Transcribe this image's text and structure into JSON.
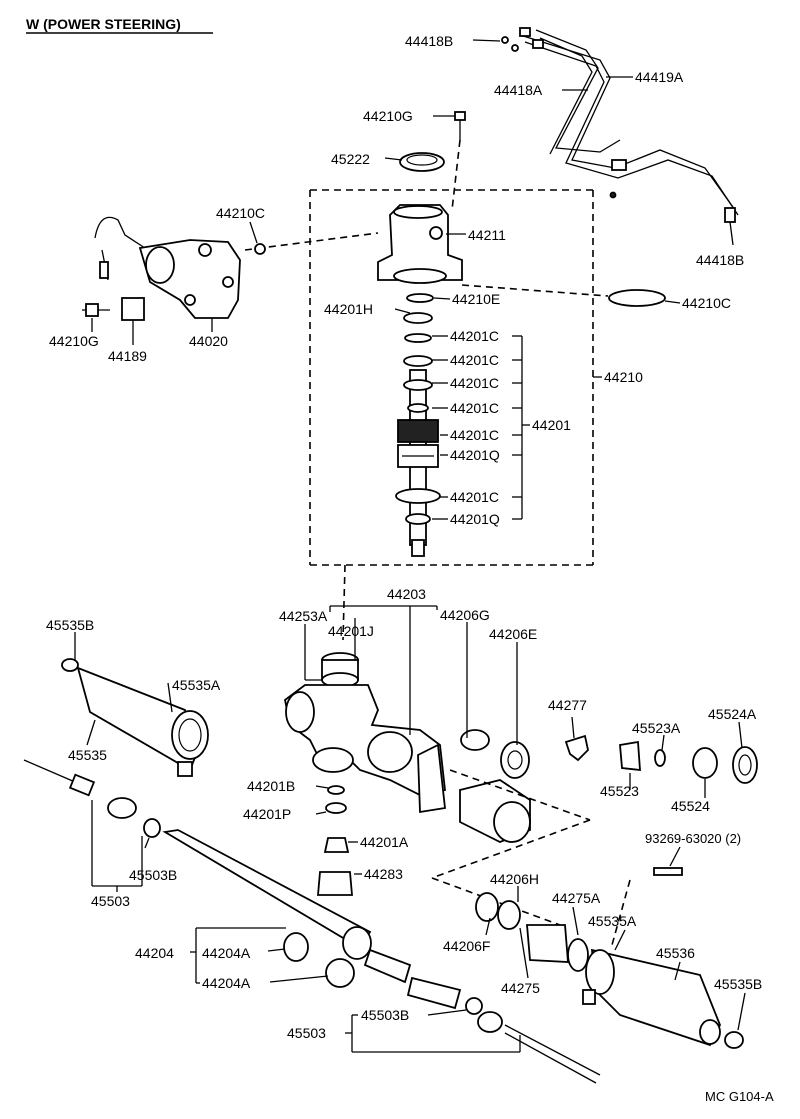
{
  "title": "W (POWER STEERING)",
  "diagram_code": "MC G104-A",
  "labels": {
    "p44418B_top": "44418B",
    "p44419A": "44419A",
    "p44418A": "44418A",
    "p44210G_top": "44210G",
    "p45222": "45222",
    "p44210C_left": "44210C",
    "p44211": "44211",
    "p44418B_right": "44418B",
    "p44210E": "44210E",
    "p44201H": "44201H",
    "p44210C_right": "44210C",
    "p44210G_left": "44210G",
    "p44189": "44189",
    "p44020": "44020",
    "p44201C_1": "44201C",
    "p44201C_2": "44201C",
    "p44201C_3": "44201C",
    "p44201C_4": "44201C",
    "p44201C_5": "44201C",
    "p44201Q_1": "44201Q",
    "p44201C_6": "44201C",
    "p44201Q_2": "44201Q",
    "p44201": "44201",
    "p44210": "44210",
    "p44203": "44203",
    "p44253A": "44253A",
    "p44201J": "44201J",
    "p44206G": "44206G",
    "p44206E": "44206E",
    "p45535B_top": "45535B",
    "p45535A_top": "45535A",
    "p45535": "45535",
    "p44277": "44277",
    "p45523A": "45523A",
    "p45524A": "45524A",
    "p44201B": "44201B",
    "p45523": "45523",
    "p45524": "45524",
    "p44201P": "44201P",
    "p44201A": "44201A",
    "p93269": "93269-63020 (2)",
    "p45503B_left": "45503B",
    "p44283": "44283",
    "p45503_left": "45503",
    "p44206H": "44206H",
    "p44275A": "44275A",
    "p45535A_bot": "45535A",
    "p44204": "44204",
    "p44204A_1": "44204A",
    "p44206F": "44206F",
    "p45536": "45536",
    "p44275": "44275",
    "p44204A_2": "44204A",
    "p45535B_bot": "45535B",
    "p45503_bot": "45503",
    "p45503B_bot": "45503B"
  }
}
